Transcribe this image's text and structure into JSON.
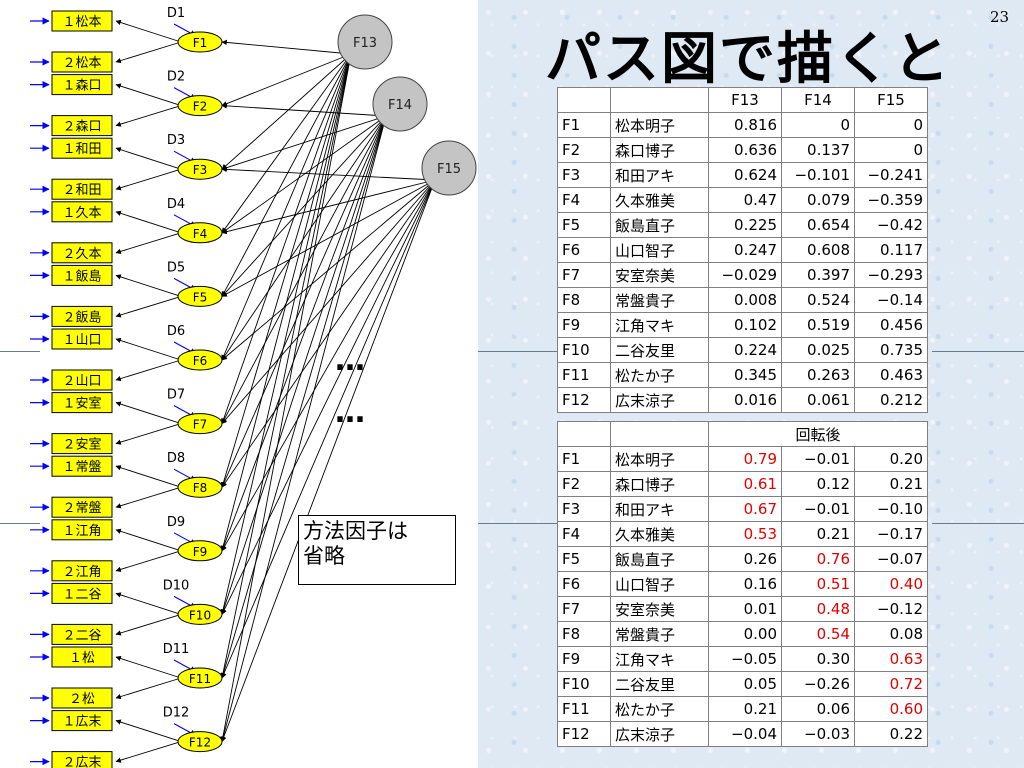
{
  "slide": {
    "title": "パス図で描くと",
    "page_number": "23"
  },
  "diagram": {
    "indicators": [
      "１松本",
      "２松本",
      "１森口",
      "２森口",
      "１和田",
      "２和田",
      "１久本",
      "２久本",
      "１飯島",
      "２飯島",
      "１山口",
      "２山口",
      "１安室",
      "２安室",
      "１常盤",
      "２常盤",
      "１江角",
      "２江角",
      "１二谷",
      "２二谷",
      "１松",
      "２松",
      "１広末",
      "２広末"
    ],
    "factors": [
      "F1",
      "F2",
      "F3",
      "F4",
      "F5",
      "F6",
      "F7",
      "F8",
      "F9",
      "F10",
      "F11",
      "F12"
    ],
    "disturbances": [
      "D1",
      "D2",
      "D3",
      "D4",
      "D5",
      "D6",
      "D7",
      "D8",
      "D9",
      "D10",
      "D11",
      "D12"
    ],
    "higher_factors": [
      "F13",
      "F14",
      "F15"
    ],
    "ellipsis": [
      "…",
      "…"
    ],
    "note": [
      "方法因子は",
      "省略"
    ],
    "colors": {
      "node_fill": "#ffff00",
      "factor_fill": "#c4c4c4",
      "disturbance_arrow": "#0000ff",
      "path": "#000000"
    }
  },
  "table1": {
    "header": [
      "",
      "",
      "F13",
      "F14",
      "F15"
    ],
    "rows": [
      [
        "F1",
        "松本明子",
        "0.816",
        "0",
        "0"
      ],
      [
        "F2",
        "森口博子",
        "0.636",
        "0.137",
        "0"
      ],
      [
        "F3",
        "和田アキ",
        "0.624",
        "−0.101",
        "−0.241"
      ],
      [
        "F4",
        "久本雅美",
        "0.47",
        "0.079",
        "−0.359"
      ],
      [
        "F5",
        "飯島直子",
        "0.225",
        "0.654",
        "−0.42"
      ],
      [
        "F6",
        "山口智子",
        "0.247",
        "0.608",
        "0.117"
      ],
      [
        "F7",
        "安室奈美",
        "−0.029",
        "0.397",
        "−0.293"
      ],
      [
        "F8",
        "常盤貴子",
        "0.008",
        "0.524",
        "−0.14"
      ],
      [
        "F9",
        "江角マキ",
        "0.102",
        "0.519",
        "0.456"
      ],
      [
        "F10",
        "二谷友里",
        "0.224",
        "0.025",
        "0.735"
      ],
      [
        "F11",
        "松たか子",
        "0.345",
        "0.263",
        "0.463"
      ],
      [
        "F12",
        "広末涼子",
        "0.016",
        "0.061",
        "0.212"
      ]
    ]
  },
  "table2": {
    "header": [
      "",
      "",
      "回転後"
    ],
    "rows": [
      [
        "F1",
        "松本明子",
        "0.79",
        "−0.01",
        "0.20"
      ],
      [
        "F2",
        "森口博子",
        "0.61",
        "0.12",
        "0.21"
      ],
      [
        "F3",
        "和田アキ",
        "0.67",
        "−0.01",
        "−0.10"
      ],
      [
        "F4",
        "久本雅美",
        "0.53",
        "0.21",
        "−0.17"
      ],
      [
        "F5",
        "飯島直子",
        "0.26",
        "0.76",
        "−0.07"
      ],
      [
        "F6",
        "山口智子",
        "0.16",
        "0.51",
        "0.40"
      ],
      [
        "F7",
        "安室奈美",
        "0.01",
        "0.48",
        "−0.12"
      ],
      [
        "F8",
        "常盤貴子",
        "0.00",
        "0.54",
        "0.08"
      ],
      [
        "F9",
        "江角マキ",
        "−0.05",
        "0.30",
        "0.63"
      ],
      [
        "F10",
        "二谷友里",
        "0.05",
        "−0.26",
        "0.72"
      ],
      [
        "F11",
        "松たか子",
        "0.21",
        "0.06",
        "0.60"
      ],
      [
        "F12",
        "広末涼子",
        "−0.04",
        "−0.03",
        "0.22"
      ]
    ],
    "highlight_color": "#e00000",
    "highlighted": [
      [
        0,
        2
      ],
      [
        1,
        2
      ],
      [
        2,
        2
      ],
      [
        3,
        2
      ],
      [
        4,
        3
      ],
      [
        5,
        3
      ],
      [
        5,
        4
      ],
      [
        6,
        3
      ],
      [
        7,
        3
      ],
      [
        8,
        4
      ],
      [
        9,
        4
      ],
      [
        10,
        4
      ]
    ]
  }
}
